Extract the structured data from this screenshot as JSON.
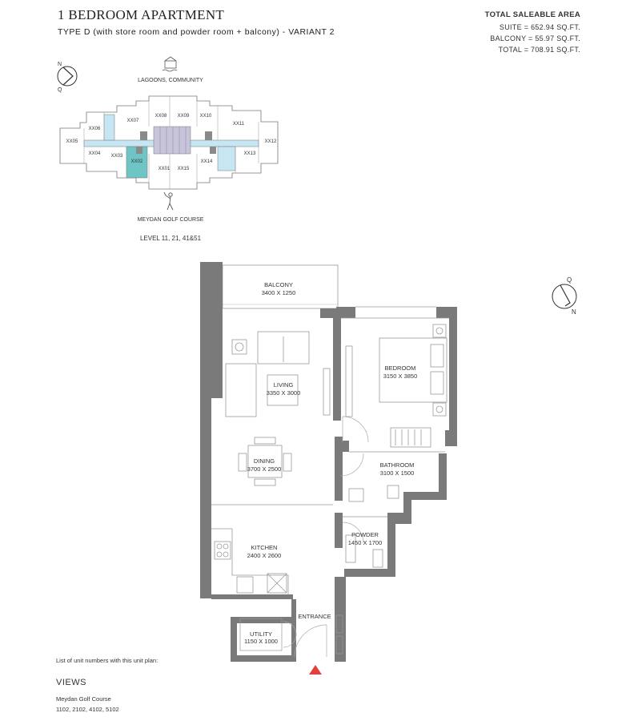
{
  "header": {
    "title": "1 BEDROOM APARTMENT",
    "subtitle": "TYPE D (with store room and powder room + balcony) - VARIANT 2"
  },
  "area": {
    "heading": "TOTAL SALEABLE AREA",
    "suite": "SUITE = 652.94 SQ.FT.",
    "balcony": "BALCONY = 55.97 SQ.FT.",
    "total": "TOTAL = 708.91 SQ.FT."
  },
  "key_plan": {
    "top_label": "LAGOONS, COMMUNITY",
    "bottom_label": "MEYDAN GOLF COURSE",
    "level": "LEVEL 11, 21, 41&51",
    "compass_n": "N",
    "compass_q": "Q",
    "units": [
      "XX01",
      "XX02",
      "XX03",
      "XX04",
      "XX05",
      "XX06",
      "XX07",
      "XX08",
      "XX09",
      "XX10",
      "XX11",
      "XX12",
      "XX13",
      "XX14",
      "XX15"
    ],
    "colors": {
      "highlight": "#6fc4c4",
      "light_blue": "#c6e6f3",
      "purple": "#c7c4dc",
      "core": "#8a8a8a"
    }
  },
  "rooms": {
    "balcony": {
      "name": "BALCONY",
      "dims": "3400 X 1250"
    },
    "living": {
      "name": "LIVING",
      "dims": "3350 X 3000"
    },
    "bedroom": {
      "name": "BEDROOM",
      "dims": "3150 X 3850"
    },
    "dining": {
      "name": "DINING",
      "dims": "3700 X 2500"
    },
    "bathroom": {
      "name": "BATHROOM",
      "dims": "3100 X 1500"
    },
    "kitchen": {
      "name": "KITCHEN",
      "dims": "2400 X 2600"
    },
    "powder": {
      "name": "POWDER",
      "dims": "1450 X 1700"
    },
    "entrance": {
      "name": "ENTRANCE"
    },
    "utility": {
      "name": "UTILITY",
      "dims": "1150 X 1000"
    }
  },
  "plan_compass": {
    "q": "Q",
    "n": "N"
  },
  "colors": {
    "wall": "#7a7a7a",
    "entrance_marker": "#e0413a",
    "furniture": "#9a9a9a"
  },
  "footer": {
    "list_label": "List of unit numbers with this unit plan:",
    "views_heading": "VIEWS",
    "view_name": "Meydan Golf Course",
    "unit_numbers": "1102, 2102, 4102, 5102"
  }
}
